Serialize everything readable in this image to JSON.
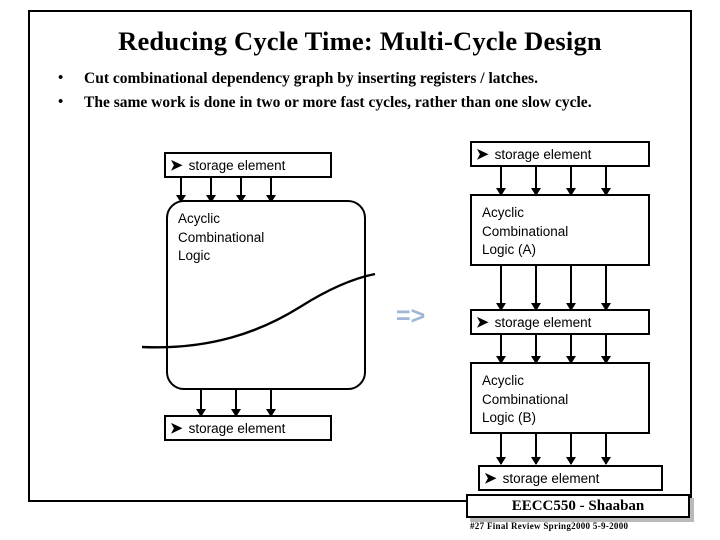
{
  "slide": {
    "title": "Reducing Cycle Time:  Multi-Cycle Design",
    "bullets": [
      "Cut combinational dependency graph by inserting registers / latches.",
      "The same work is done in two or more fast cycles, rather than one slow cycle."
    ],
    "bullet_marker": "•"
  },
  "diagram": {
    "arrow_glyph": "➤",
    "operator": "=>",
    "left": {
      "top_storage": "storage element",
      "logic": "Acyclic\nCombinational\nLogic",
      "logic_line1": "Acyclic",
      "logic_line2": "Combinational",
      "logic_line3": "Logic",
      "bottom_storage": "storage element"
    },
    "right": {
      "top_storage": "storage element",
      "logic_a_line1": "Acyclic",
      "logic_a_line2": "Combinational",
      "logic_a_line3": "Logic (A)",
      "mid_storage": "storage element",
      "logic_b_line1": "Acyclic",
      "logic_b_line2": "Combinational",
      "logic_b_line3": "Logic (B)",
      "bottom_storage": "storage element"
    }
  },
  "footer": {
    "label": "EECC550 - Shaaban",
    "note": "#27   Final Review  Spring2000    5-9-2000"
  },
  "colors": {
    "operator": "#9fb6d4",
    "border": "#000000",
    "shadow": "#b9b9b9"
  }
}
